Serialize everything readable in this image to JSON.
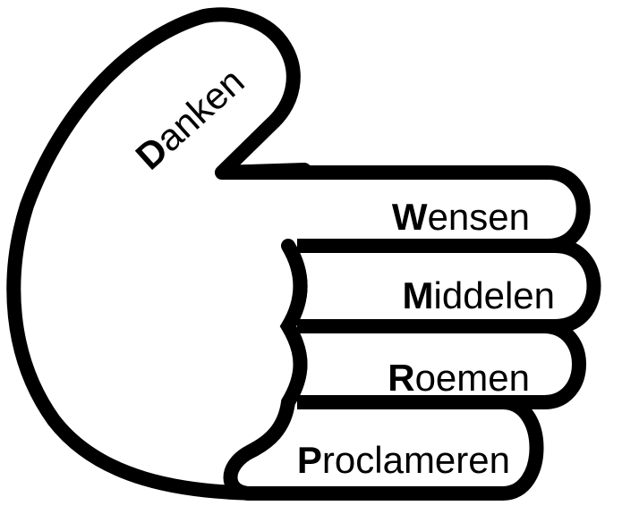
{
  "diagram": {
    "thumb": {
      "initial": "D",
      "rest": "anken"
    },
    "fingers": [
      {
        "initial": "W",
        "rest": "ensen"
      },
      {
        "initial": "M",
        "rest": "iddelen"
      },
      {
        "initial": "R",
        "rest": "oemen"
      },
      {
        "initial": "P",
        "rest": "roclameren"
      }
    ]
  },
  "colors": {
    "outline": "#000000",
    "fill": "#ffffff",
    "text": "#000000"
  }
}
